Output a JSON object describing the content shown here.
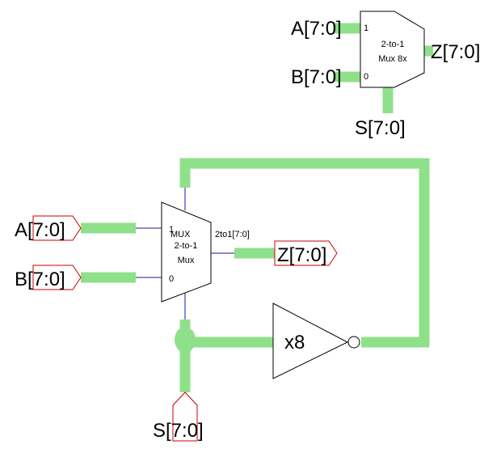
{
  "symbol": {
    "input_a": "A[7:0]",
    "input_b": "B[7:0]",
    "output_z": "Z[7:0]",
    "select_s": "S[7:0]",
    "pin_1": "1",
    "pin_0": "0",
    "title_line1": "2-to-1",
    "title_line2": "Mux 8x"
  },
  "schematic": {
    "input_a": "A[7:0]",
    "input_b": "B[7:0]",
    "output_z": "Z[7:0]",
    "select_s": "S[7:0]",
    "mux_pin_1": "1",
    "mux_pin_0": "0",
    "mux_name": "MUX",
    "mux_line1": "2-to-1",
    "mux_line2": "Mux",
    "mux_instance": "2to1[7:0]",
    "inverter_label": "x8"
  },
  "colors": {
    "bus": "#8fe08a",
    "net": "#1a1aa0",
    "port_outline": "#cc0000"
  }
}
